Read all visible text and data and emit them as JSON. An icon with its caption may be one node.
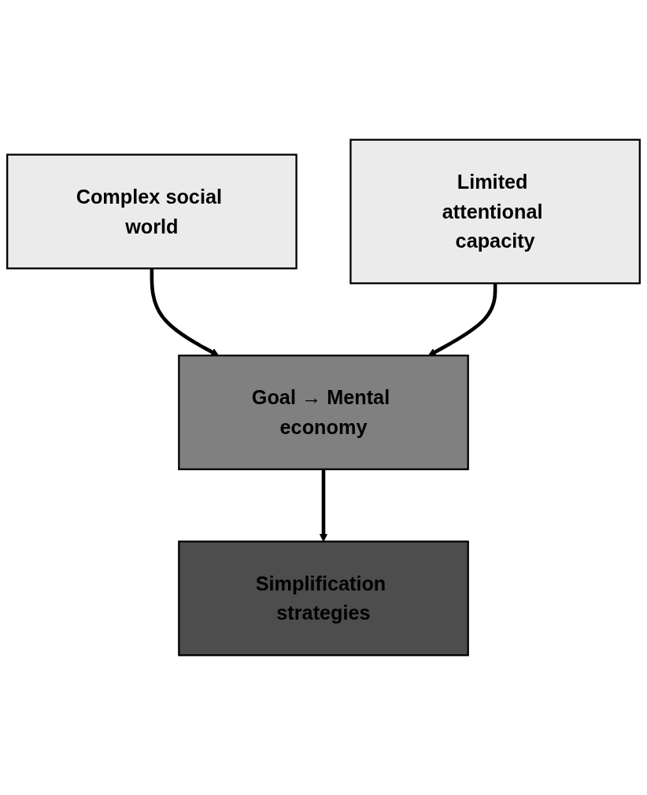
{
  "diagram": {
    "nodes": [
      {
        "text": [
          "Complex social world"
        ]
      },
      {
        "text": [
          "Limited attentional capacity"
        ]
      },
      {
        "text": [
          "Goal → Mental economy"
        ]
      },
      {
        "text": [
          "Simplification strategies"
        ]
      }
    ],
    "edges": [
      {
        "from": 0,
        "to": 2,
        "arrow": "to"
      },
      {
        "from": 1,
        "to": 2,
        "arrow": "to"
      },
      {
        "from": 2,
        "to": 3,
        "arrow": "to"
      }
    ]
  }
}
